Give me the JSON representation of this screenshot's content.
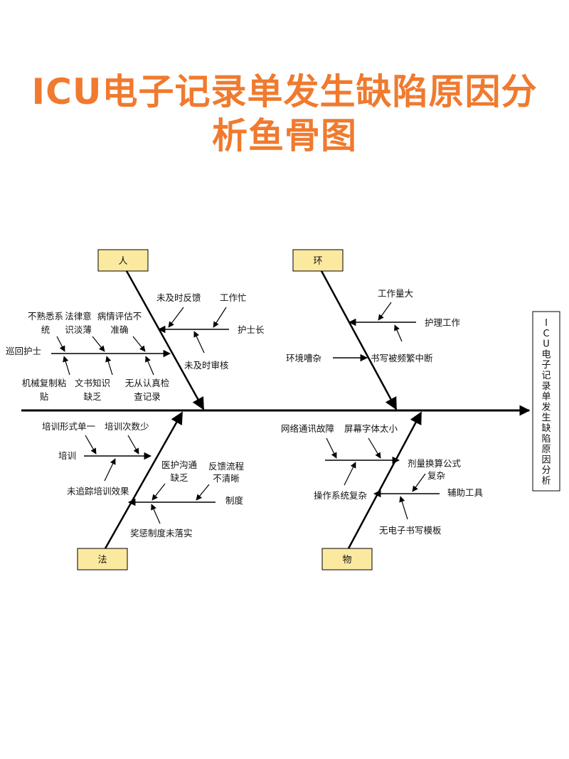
{
  "title": {
    "line1": "ICU电子记录单发生缺陷原因分",
    "line2": "析鱼骨图"
  },
  "colors": {
    "title": "#f07a2e",
    "category_box": "#fce9a0",
    "line": "#000000"
  },
  "effect": {
    "label": "ICU电子记录单发生缺陷原因分析",
    "lines": [
      "I",
      "C",
      "U",
      "电",
      "子",
      "记",
      "录",
      "单",
      "发",
      "生",
      "缺",
      "陷",
      "原",
      "因",
      "分",
      "析"
    ]
  },
  "categories": {
    "people": "人",
    "environment": "环",
    "method": "法",
    "material": "物"
  },
  "people": {
    "nurse": "巡回护士",
    "nurse_causes": {
      "c1_l1": "不熟悉系",
      "c1_l2": "统",
      "c2_l1": "法律意",
      "c2_l2": "识淡薄",
      "c3_l1": "病情评估不",
      "c3_l2": "准确",
      "c4_l1": "机械复制粘",
      "c4_l2": "贴",
      "c5_l1": "文书知识",
      "c5_l2": "缺乏",
      "c6_l1": "无从认真检",
      "c6_l2": "查记录"
    },
    "head_nurse": "护士长",
    "head_causes": {
      "c1": "未及时反馈",
      "c2": "工作忙",
      "c3": "未及时审核"
    }
  },
  "environment": {
    "workload": "护理工作",
    "workload_cause": "工作量大",
    "writing": "书写被频繁中断",
    "writing_cause": "环境嘈杂"
  },
  "method": {
    "training": "培训",
    "training_causes": {
      "c1": "培训形式单一",
      "c2": "培训次数少",
      "c3": "未追踪培训效果"
    },
    "system": "制度",
    "system_causes": {
      "c1_l1": "医护沟通",
      "c1_l2": "缺乏",
      "c2_l1": "反馈流程",
      "c2_l2": "不清晰",
      "c3": "奖惩制度未落实"
    }
  },
  "material": {
    "os_causes": {
      "c1": "网络通讯故障",
      "c2": "屏幕字体太小"
    },
    "os": "操作系统复杂",
    "tools": "辅助工具",
    "tools_causes": {
      "c1_l1": "剂量换算公式",
      "c1_l2": "复杂",
      "c2": "无电子书写模板"
    }
  }
}
